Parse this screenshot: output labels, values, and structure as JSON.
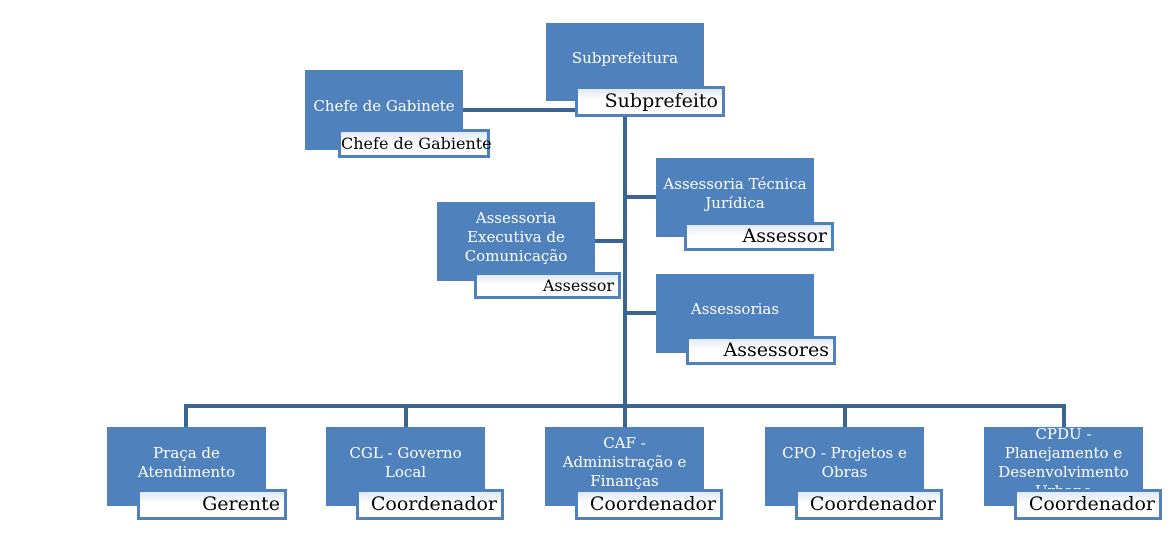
{
  "top": {
    "unit": "Subprefeitura",
    "role": "Subprefeito"
  },
  "chefe": {
    "unit": "Chefe de Gabinete",
    "role": "Chefe de Gabiente"
  },
  "asses_tec": {
    "unit": "Assessoria Técnica Jurídica",
    "role": "Assessor"
  },
  "asses_exec": {
    "unit": "Assessoria Executiva de Comunicação",
    "role": "Assessor"
  },
  "assessorias": {
    "unit": "Assessorias",
    "role": "Assessores"
  },
  "bottom": [
    {
      "unit": "Praça de Atendimento",
      "role": "Gerente"
    },
    {
      "unit": "CGL - Governo Local",
      "role": "Coordenador"
    },
    {
      "unit": "CAF - Administração e Finanças",
      "role": "Coordenador"
    },
    {
      "unit": "CPO - Projetos e Obras",
      "role": "Coordenador"
    },
    {
      "unit": "CPDU - Planejamento e Desenvolvimento Urbano",
      "role": "Coordenador"
    }
  ],
  "colors": {
    "box": "#4f81bd",
    "connector": "#3a6590"
  }
}
